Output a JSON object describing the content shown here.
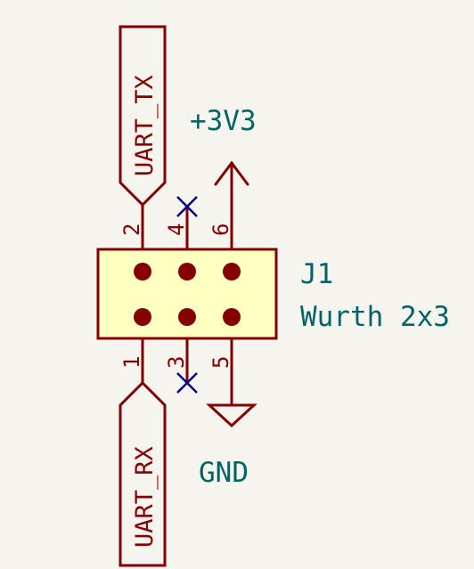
{
  "component": {
    "reference": "J1",
    "value": "Wurth 2x3",
    "pins": [
      "1",
      "2",
      "3",
      "4",
      "5",
      "6"
    ]
  },
  "labels": {
    "uart_tx": "UART_TX",
    "uart_rx": "UART_RX",
    "power": "+3V3",
    "ground": "GND"
  },
  "colors": {
    "wire": "#840000",
    "body_fill": "#ffffc2",
    "text_teal": "#006464",
    "no_connect": "#000084",
    "background": "#f5f4ef"
  }
}
